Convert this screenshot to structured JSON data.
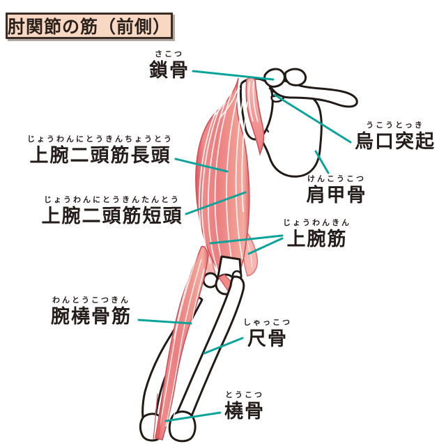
{
  "title": {
    "text": "肘関節の筋（前側）"
  },
  "colors": {
    "leader_line": "#0ba39a",
    "muscle_main": "#ec7e80",
    "muscle_dark_edge": "#cf4e58",
    "muscle_light": "#f6b5ae",
    "bone_fill": "#ffffff",
    "bone_outline": "#211a16",
    "title_bg": "#f9d8c3",
    "title_border": "#3a2d26",
    "text": "#241c1a"
  },
  "labels": [
    {
      "name": "clavicle",
      "furigana": "さこつ",
      "kanji": "鎖骨"
    },
    {
      "name": "biceps-long-head",
      "furigana": "じょうわんにとうきんちょうとう",
      "kanji": "上腕二頭筋長頭"
    },
    {
      "name": "biceps-short-head",
      "furigana": "じょうわんにとうきんたんとう",
      "kanji": "上腕二頭筋短頭"
    },
    {
      "name": "coracoid-process",
      "furigana": "うこうとっき",
      "kanji": "烏口突起"
    },
    {
      "name": "scapula",
      "furigana": "けんこうこつ",
      "kanji": "肩甲骨"
    },
    {
      "name": "brachialis",
      "furigana": "じょうわんきん",
      "kanji": "上腕筋"
    },
    {
      "name": "brachioradialis",
      "furigana": "わんとうこつきん",
      "kanji": "腕橈骨筋"
    },
    {
      "name": "ulna",
      "furigana": "しゃっこつ",
      "kanji": "尺骨"
    },
    {
      "name": "radius",
      "furigana": "とうこつ",
      "kanji": "橈骨"
    }
  ]
}
